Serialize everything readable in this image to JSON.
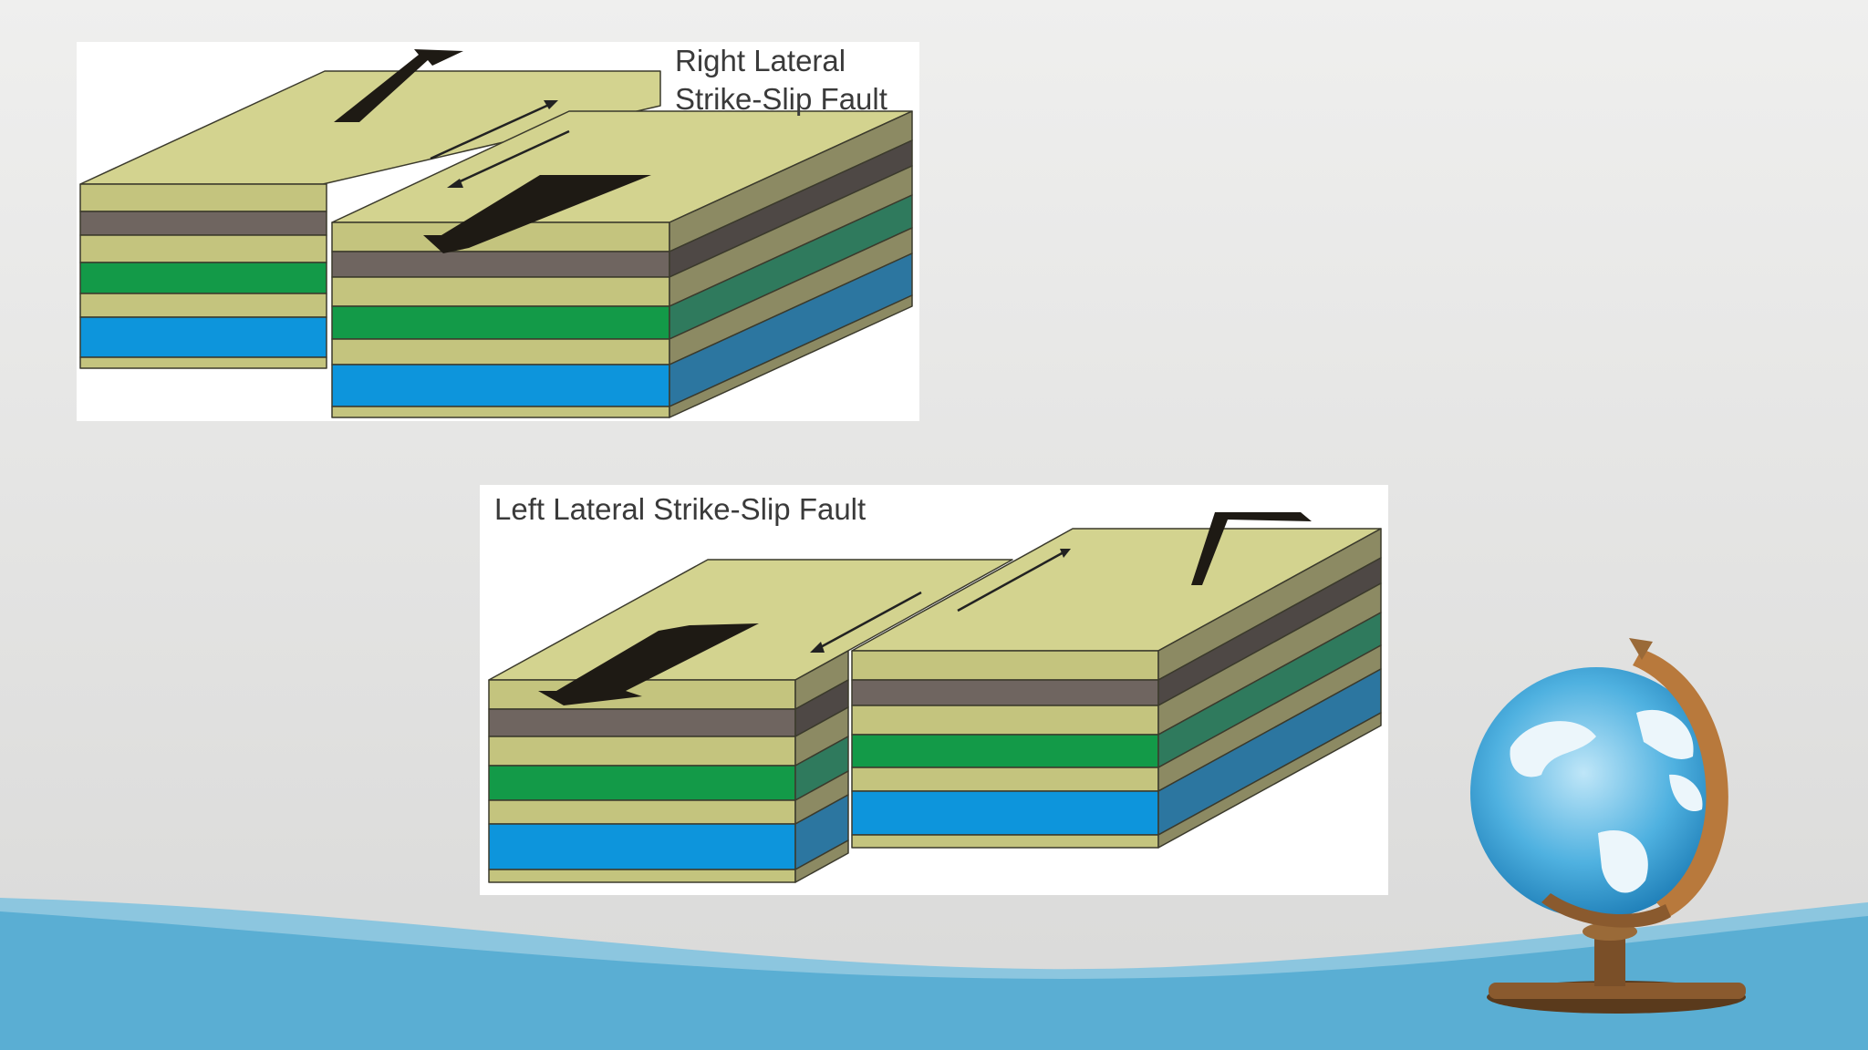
{
  "slide": {
    "colors": {
      "background": "#e6e6e5",
      "wave_light": "#7cbfdc",
      "wave_main": "#5aaed3"
    }
  },
  "diagrams": [
    {
      "id": "right-lateral",
      "caption_lines": [
        "Right Lateral",
        "Strike-Slip Fault"
      ]
    },
    {
      "id": "left-lateral",
      "caption_lines": [
        "Left Lateral Strike-Slip Fault"
      ]
    }
  ],
  "layer_colors": {
    "khaki": "#c4c47e",
    "khaki_top": "#d3d38f",
    "brown": "#6f6560",
    "green": "#139a48",
    "blue": "#0d95dc",
    "side_khaki": "#8c8a63",
    "side_brown": "#4e4845",
    "side_green": "#2f7a5d",
    "side_blue": "#2c76a0"
  },
  "decor": {
    "globe_icon": "globe-on-stand-icon"
  }
}
